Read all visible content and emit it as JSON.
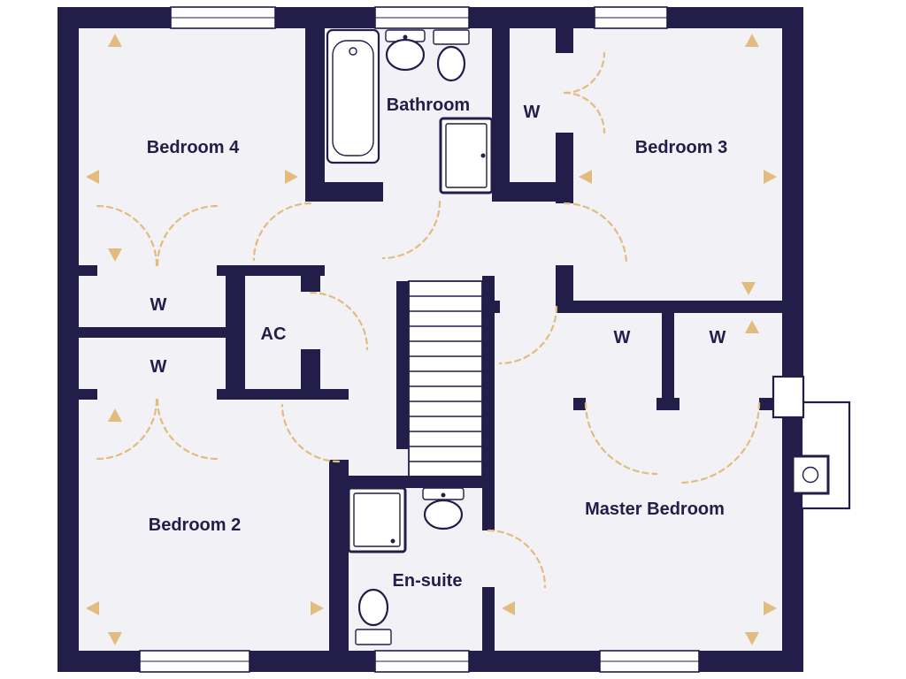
{
  "plan": {
    "type": "floor-plan",
    "colors": {
      "wall": "#221d49",
      "floor": "#f2f1f6",
      "accent": "#e2bc7e",
      "background": "#ffffff"
    }
  },
  "rooms": [
    {
      "id": "bedroom-4",
      "label": "Bedroom 4"
    },
    {
      "id": "bathroom",
      "label": "Bathroom"
    },
    {
      "id": "wardrobe-top",
      "label": "W"
    },
    {
      "id": "bedroom-3",
      "label": "Bedroom 3"
    },
    {
      "id": "wardrobe-left-upper",
      "label": "W"
    },
    {
      "id": "airing-cupboard",
      "label": "AC"
    },
    {
      "id": "wardrobe-left-lower",
      "label": "W"
    },
    {
      "id": "bedroom-2",
      "label": "Bedroom 2"
    },
    {
      "id": "en-suite",
      "label": "En-suite"
    },
    {
      "id": "master-bedroom",
      "label": "Master Bedroom"
    },
    {
      "id": "wardrobe-master-left",
      "label": "W"
    },
    {
      "id": "wardrobe-master-right",
      "label": "W"
    }
  ]
}
